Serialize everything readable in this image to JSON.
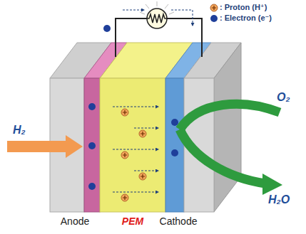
{
  "diagram": {
    "nodes": [
      {
        "text": [
          "Anode"
        ]
      },
      {
        "text": [
          "PEM"
        ]
      },
      {
        "text": [
          "Cathode"
        ]
      }
    ],
    "labels": [
      "H₂",
      "O₂",
      "H₂O"
    ],
    "legend": [
      {
        "text": ": Proton (H⁺)"
      },
      {
        "text": ": Electron (e⁻)"
      }
    ]
  }
}
